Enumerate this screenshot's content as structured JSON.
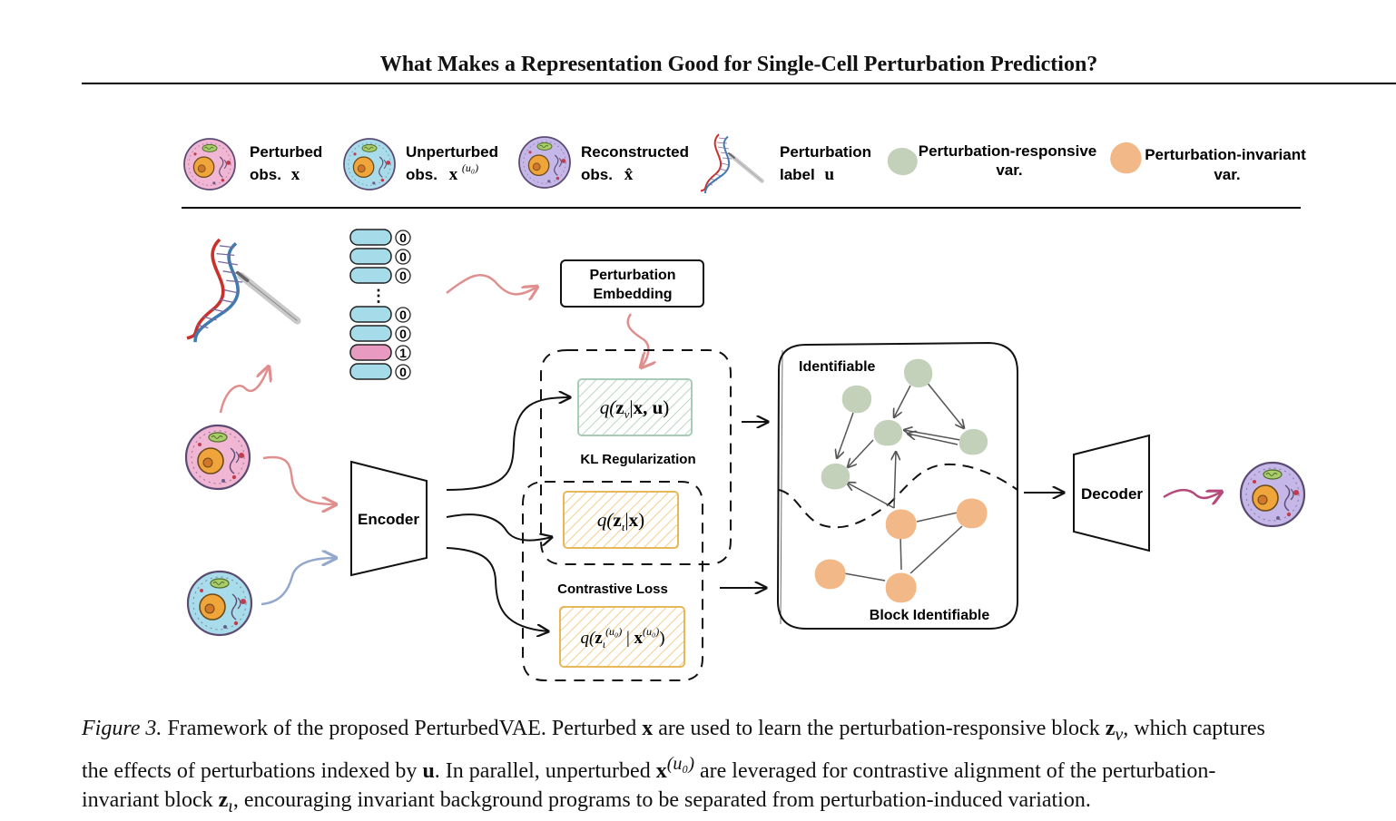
{
  "page": {
    "running_title": "What Makes a Representation Good for Single-Cell Perturbation Prediction?"
  },
  "legend": {
    "perturbed": [
      "Perturbed",
      "obs.",
      "x"
    ],
    "unperturbed": [
      "Unperturbed",
      "obs.",
      "x",
      "(u₀)"
    ],
    "reconstructed": [
      "Reconstructed",
      "obs.",
      "x̂"
    ],
    "label": [
      "Perturbation",
      "label",
      "u"
    ],
    "responsive": [
      "Perturbation-responsive",
      "var."
    ],
    "invariant": [
      "Perturbation-invariant",
      "var."
    ]
  },
  "diagram": {
    "one_hot_values": [
      "0",
      "0",
      "0",
      "0",
      "0",
      "1",
      "0"
    ],
    "one_hot_ellipsis": "⋮",
    "embedding": [
      "Perturbation",
      "Embedding"
    ],
    "encoder": "Encoder",
    "decoder": "Decoder",
    "kl": "KL Regularization",
    "contrastive": "Contrastive Loss",
    "identifiable": "Identifiable",
    "block_identifiable": "Block Identifiable",
    "q_nu": [
      "q(",
      "z",
      "ν",
      "|",
      "x",
      ", ",
      "u",
      ")"
    ],
    "q_iota": [
      "q(",
      "z",
      "ι",
      "|",
      "x",
      ")"
    ],
    "q_iota_u0": [
      "q(",
      "z",
      "ι",
      "(u₀)",
      " | ",
      "x",
      "(u₀)",
      ")"
    ],
    "colors": {
      "pink_cell": "#f0b6d3",
      "blue_cell": "#a9dcea",
      "purple_cell": "#c5b8e8",
      "nucleus": "#f0a53a",
      "green_node": "#c3d1bb",
      "orange_node": "#f3b888",
      "onehot_blue": "#a6dcea",
      "onehot_pink": "#e99ac0",
      "arrow_pink": "#e08f8f",
      "arrow_blue": "#93a8cc",
      "arrow_magenta": "#b5497a"
    }
  },
  "caption": {
    "lead": "Figure 3.",
    "l1a": "Framework of the proposed PerturbedVAE. Perturbed",
    "x": "x",
    "l1b": "are used to learn the perturbation-responsive block",
    "z": "z",
    "nu": "ν",
    "l1c": ", which captures",
    "l2a": "the effects of perturbations indexed by",
    "u": "u",
    "l2b": ". In parallel, unperturbed",
    "x2": "x",
    "sup": "(u₀)",
    "l2c": "are leveraged for contrastive alignment of the perturbation-",
    "l3a": "invariant block",
    "z2": "z",
    "iota": "ι",
    "l3b": ", encouraging invariant background programs to be separated from perturbation-induced variation."
  }
}
